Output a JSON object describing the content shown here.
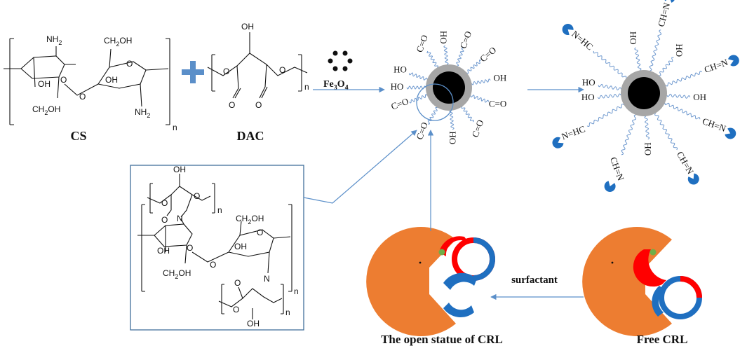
{
  "labels": {
    "cs": "CS",
    "dac": "DAC",
    "fe3o4_main": "Fe",
    "fe3o4_sub3": "3",
    "fe3o4_o": "O",
    "fe3o4_sub4": "4",
    "surfactant": "surfactant",
    "open_crl": "The open statue of CRL",
    "free_crl": "Free CRL"
  },
  "chem": {
    "nh2": "NH",
    "nh2_sub": "2",
    "ch2oh": "CH",
    "ch2oh_sub": "2",
    "ch2oh_tail": "OH",
    "oh": "OH",
    "ho": "HO",
    "o": "O",
    "n": "n",
    "cdo": "C=O",
    "nhc": "N=HC",
    "chn": "CH=N",
    "imine_n": "N"
  },
  "colors": {
    "arrow": "#5b8fc9",
    "plus": "#5b8fc9",
    "enzyme_body": "#ed7d31",
    "lid_red": "#ff0000",
    "lid_blue": "#1f6fc0",
    "active_site": "#70ad47",
    "core_black": "#000000",
    "shell_gray": "#a6a6a6",
    "box_border": "#41719c"
  }
}
